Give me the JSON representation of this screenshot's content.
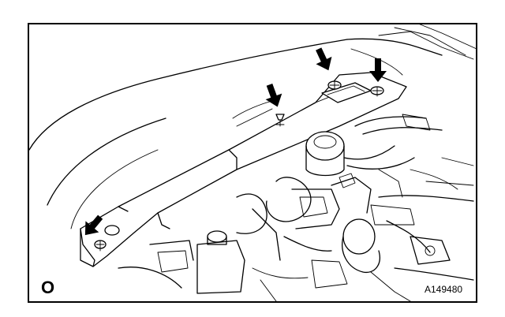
{
  "figure": {
    "corner_label": "O",
    "code_label": "A149480",
    "arrows": [
      {
        "name": "left"
      },
      {
        "name": "center"
      },
      {
        "name": "right-1"
      },
      {
        "name": "right-2"
      }
    ]
  },
  "colors": {
    "line": "#000000",
    "background": "#ffffff"
  }
}
